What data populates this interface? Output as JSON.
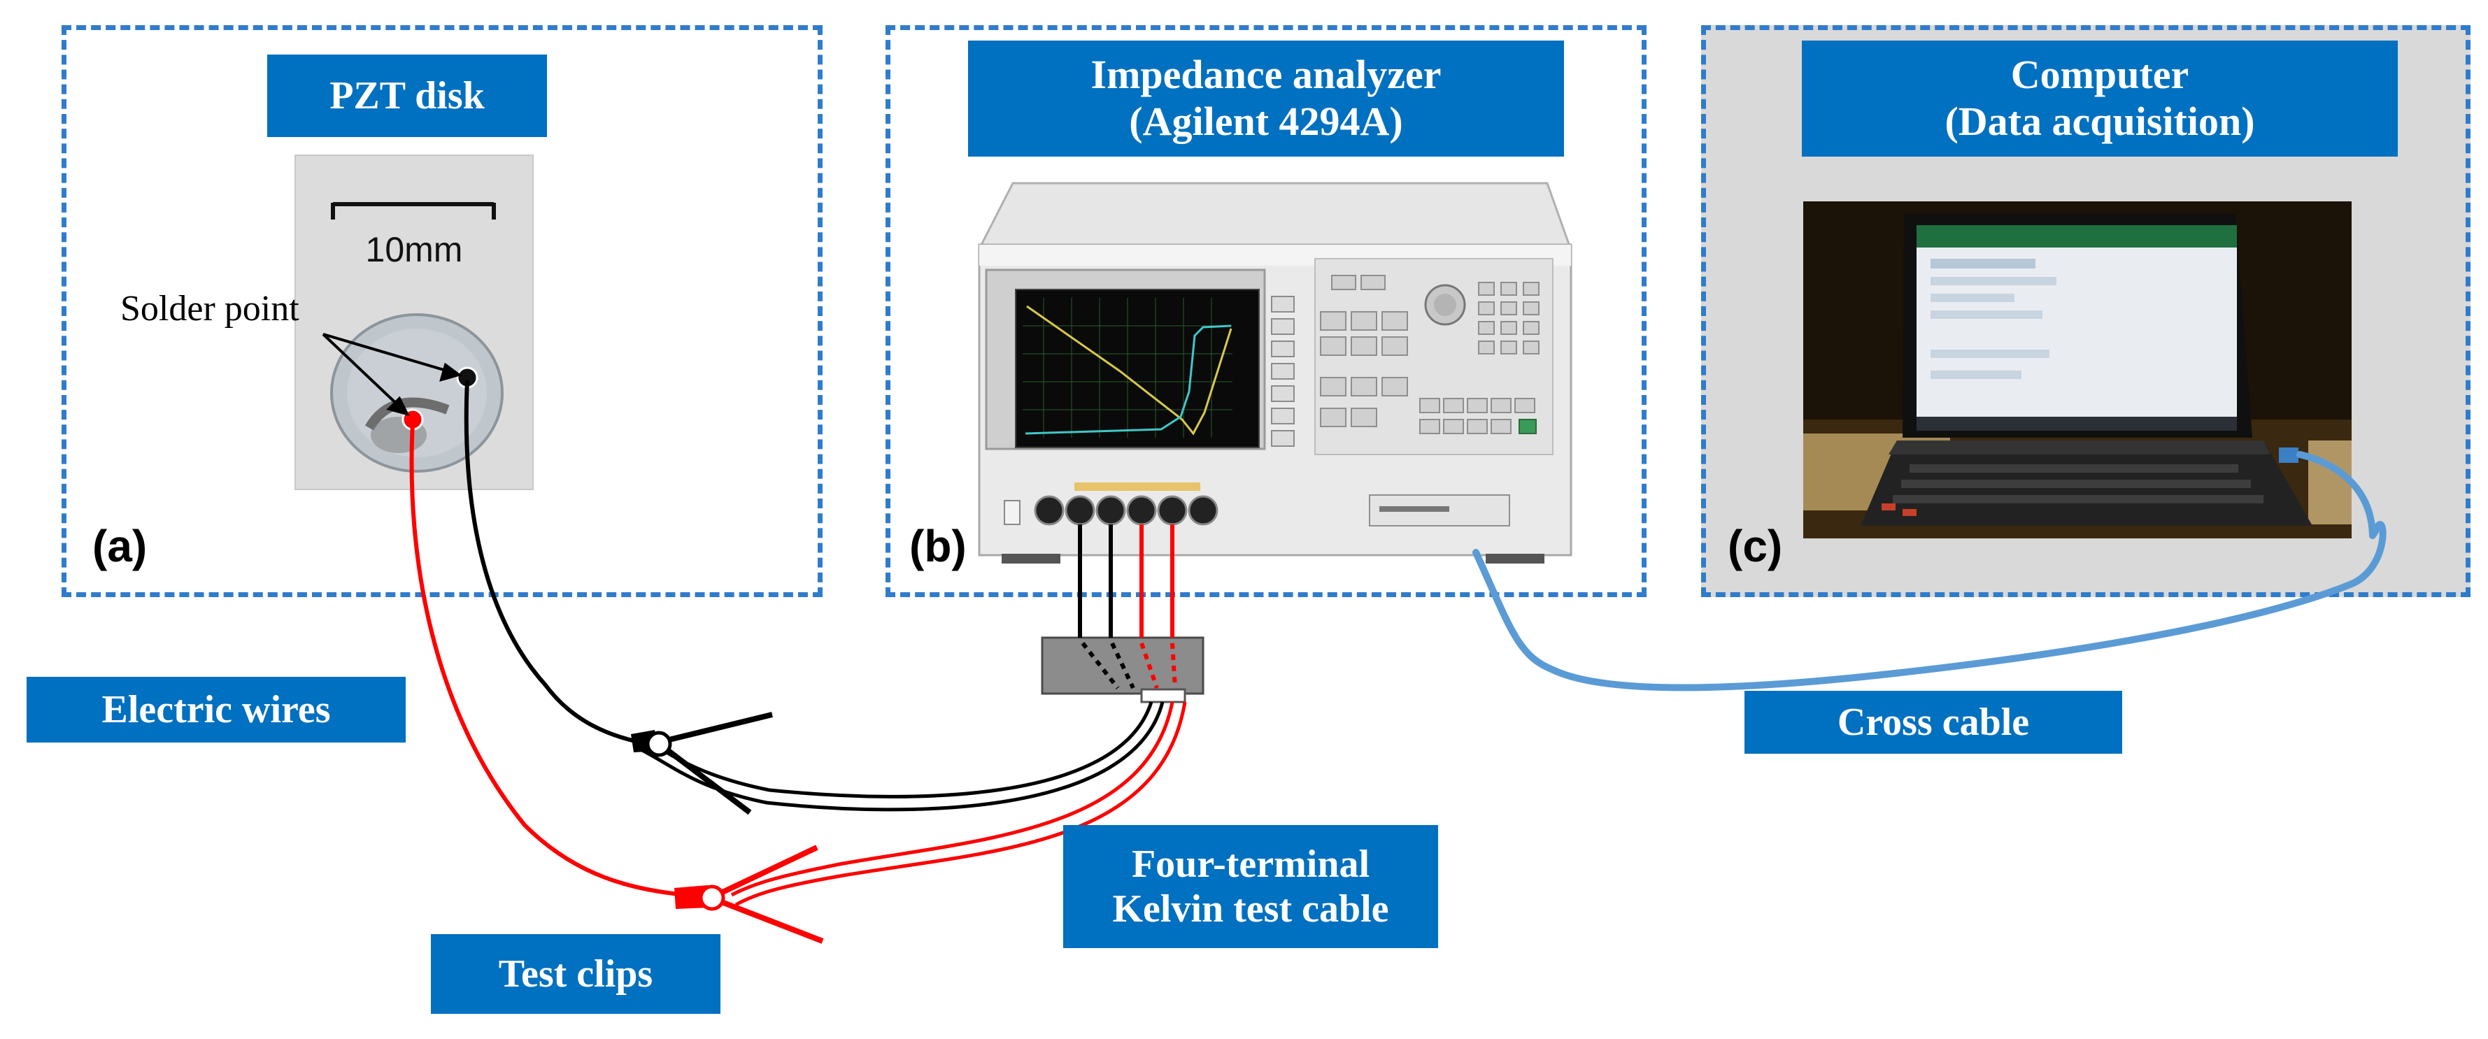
{
  "panels": {
    "a": {
      "letter": "(a)",
      "title": "PZT disk",
      "scale_label": "10mm",
      "solder_label": "Solder point"
    },
    "b": {
      "letter": "(b)",
      "title_line1": "Impedance analyzer",
      "title_line2": "(Agilent 4294A)"
    },
    "c": {
      "letter": "(c)",
      "title_line1": "Computer",
      "title_line2": "(Data acquisition)"
    }
  },
  "labels": {
    "electric_wires": "Electric wires",
    "test_clips": "Test clips",
    "kelvin_line1": "Four-terminal",
    "kelvin_line2": "Kelvin test cable",
    "cross_cable": "Cross cable"
  },
  "colors": {
    "panel_border": "#2f7ccc",
    "label_fill": "#0070c0",
    "red_wire": "#ff0000",
    "black_wire": "#000000",
    "cross_cable": "#5b9bd5"
  }
}
